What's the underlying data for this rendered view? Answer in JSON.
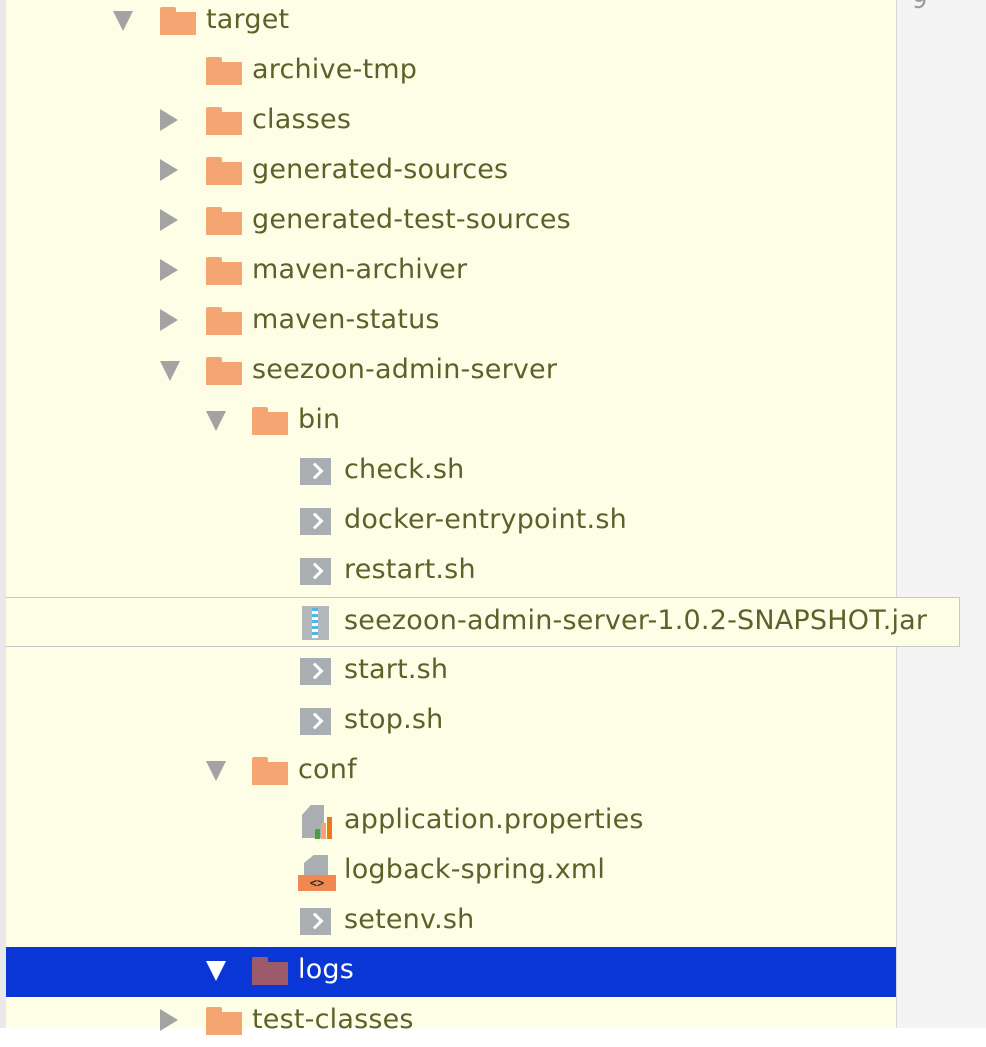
{
  "gutter": {
    "line_number": "9"
  },
  "tree": {
    "target": "target",
    "archive_tmp": "archive-tmp",
    "classes": "classes",
    "generated_sources": "generated-sources",
    "generated_test_sources": "generated-test-sources",
    "maven_archiver": "maven-archiver",
    "maven_status": "maven-status",
    "seezoon_admin_server": "seezoon-admin-server",
    "bin": "bin",
    "check_sh": "check.sh",
    "docker_entrypoint_sh": "docker-entrypoint.sh",
    "restart_sh": "restart.sh",
    "jar": "seezoon-admin-server-1.0.2-SNAPSHOT.jar",
    "start_sh": "start.sh",
    "stop_sh": "stop.sh",
    "conf": "conf",
    "application_properties": "application.properties",
    "logback_xml": "logback-spring.xml",
    "setenv_sh": "setenv.sh",
    "logs": "logs",
    "test_classes": "test-classes"
  },
  "icons": {
    "xml_glyph": "<>"
  },
  "colors": {
    "panel_bg": "#fefee6",
    "label": "#5d6129",
    "folder": "#f5a572",
    "selection": "#0b36d6"
  }
}
